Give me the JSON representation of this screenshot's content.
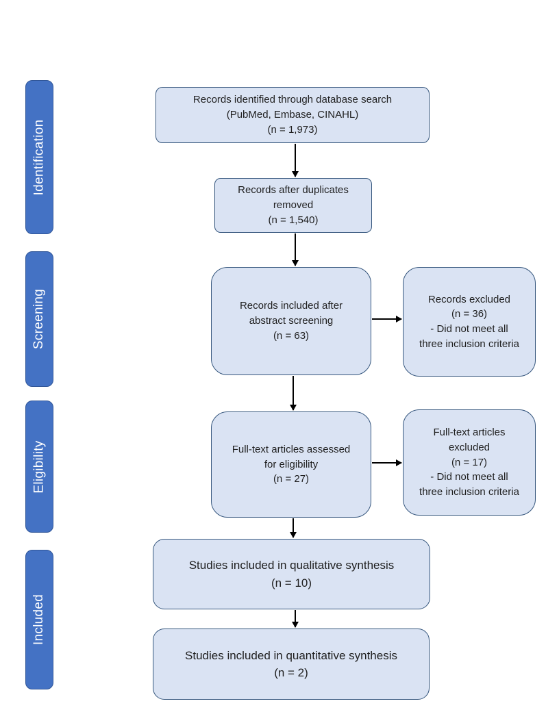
{
  "diagram_type": "prisma-flowchart",
  "stages": [
    {
      "label": "Identification"
    },
    {
      "label": "Screening"
    },
    {
      "label": "Eligibility"
    },
    {
      "label": "Included"
    }
  ],
  "nodes": {
    "identified": {
      "text": "Records identified through database search\n(PubMed, Embase, CINAHL)\n(n = 1,973)"
    },
    "duplicates": {
      "text": "Records after duplicates\nremoved\n(n = 1,540)"
    },
    "abstract": {
      "text": "Records included after\nabstract screening\n(n = 63)"
    },
    "abstract_excluded": {
      "text": "Records excluded\n(n = 36)\n- Did not meet all\nthree inclusion criteria"
    },
    "fulltext": {
      "text": "Full-text articles assessed\nfor eligibility\n(n = 27)"
    },
    "fulltext_excluded": {
      "text": "Full-text articles\nexcluded\n(n = 17)\n- Did not meet all\nthree inclusion criteria"
    },
    "qualitative": {
      "text": "Studies included in qualitative  synthesis\n(n = 10)"
    },
    "quantitative": {
      "text": "Studies included in quantitative  synthesis\n(n = 2)"
    }
  },
  "colors": {
    "node_fill": "#dae3f3",
    "node_border": "#35567d",
    "stage_fill": "#4472c4",
    "stage_border": "#2f5597",
    "arrow": "#000000",
    "text": "#1f1f1f",
    "stage_text": "#ffffff"
  }
}
